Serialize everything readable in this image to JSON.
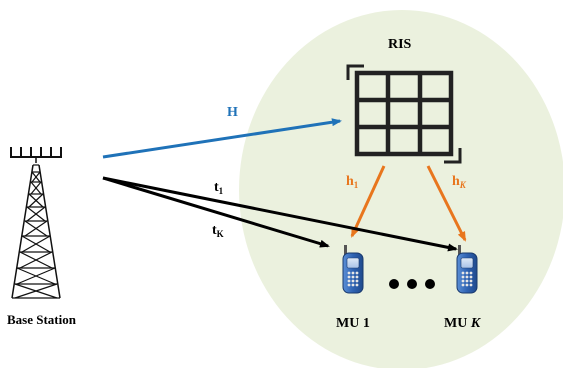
{
  "labels": {
    "ris": "RIS",
    "base_station": "Base Station",
    "mu_1": "MU 1",
    "mu_k_prefix": "MU ",
    "mu_k_italic": "K",
    "channel_H": "H",
    "channel_h1_base": "h",
    "channel_h1_sub": "1",
    "channel_hK_base": "h",
    "channel_hK_sub": "K",
    "channel_t1_base": "t",
    "channel_t1_sub": "1",
    "channel_tK_base": "t",
    "channel_tK_sub": "K"
  },
  "colors": {
    "ellipse_fill": "#ebf1de",
    "blue_link": "#1f72b8",
    "orange_link": "#e8761d",
    "direct_link": "#000000",
    "ris_grid": "#222222"
  },
  "icons": {
    "base_station": "antenna-tower-icon",
    "ris": "ris-panel-icon",
    "mobile_user": "mobile-phone-icon",
    "ellipsis": "dots-icon"
  }
}
